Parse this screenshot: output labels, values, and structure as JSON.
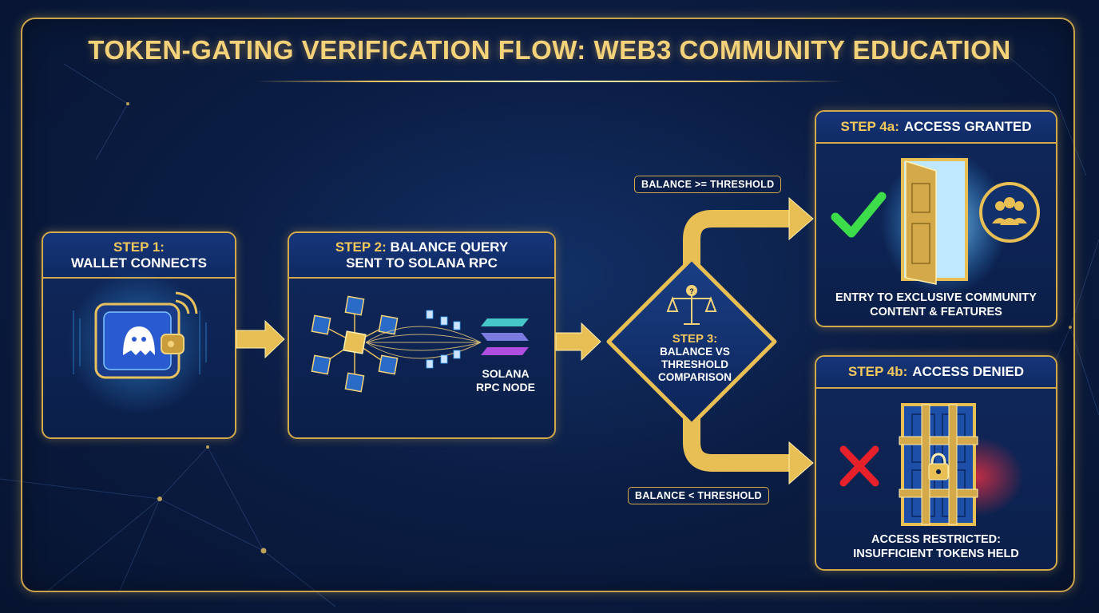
{
  "title": "TOKEN-GATING VERIFICATION FLOW: WEB3 COMMUNITY EDUCATION",
  "step1": {
    "label": "STEP 1:",
    "title": "WALLET CONNECTS",
    "icon": "wallet-icon"
  },
  "step2": {
    "label": "STEP 2:",
    "title_line1": "BALANCE QUERY",
    "title_line2": "SENT TO SOLANA RPC",
    "node_line1": "SOLANA",
    "node_line2": "RPC NODE",
    "icon": "blockchain-network-icon"
  },
  "step3": {
    "label": "STEP 3:",
    "line1": "BALANCE VS",
    "line2": "THRESHOLD",
    "line3": "COMPARISON",
    "icon": "scale-icon"
  },
  "branch_top": "BALANCE >= THRESHOLD",
  "branch_bottom": "BALANCE < THRESHOLD",
  "step4a": {
    "label": "STEP 4a:",
    "title": "ACCESS GRANTED",
    "caption_line1": "ENTRY TO EXCLUSIVE COMMUNITY",
    "caption_line2": "CONTENT & FEATURES",
    "icons": [
      "checkmark-icon",
      "open-door-icon",
      "community-icon"
    ]
  },
  "step4b": {
    "label": "STEP 4b:",
    "title": "ACCESS DENIED",
    "caption_line1": "ACCESS RESTRICTED:",
    "caption_line2": "INSUFFICIENT TOKENS HELD",
    "icons": [
      "x-mark-icon",
      "locked-door-icon"
    ]
  },
  "colors": {
    "gold": "#f4c85a",
    "navy": "#0b1f4a",
    "green": "#3ddc4a",
    "red": "#e8202a",
    "blue_glow": "#3aa8ff"
  }
}
